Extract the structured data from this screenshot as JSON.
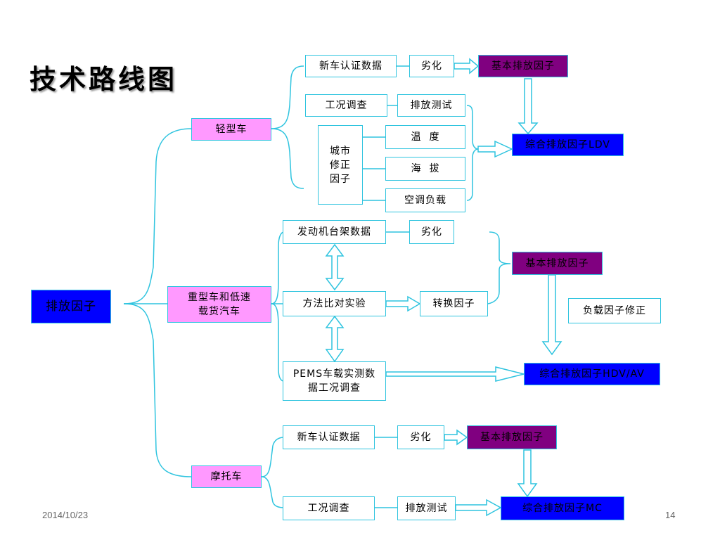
{
  "title": "技术路线图",
  "footer": {
    "date": "2014/10/23",
    "page": "14"
  },
  "nodes": {
    "root": "排放因子",
    "light": "轻型车",
    "heavy": "重型车和低速\n载货汽车",
    "moto": "摩托车",
    "l_cert": "新车认证数据",
    "l_deg": "劣化",
    "l_base": "基本排放因子",
    "l_survey": "工况调查",
    "l_test": "排放测试",
    "l_city": "城市\n修正\n因子",
    "l_temp": "温  度",
    "l_alt": "海  拔",
    "l_ac": "空调负载",
    "l_comp": "综合排放因子LDV",
    "h_engine": "发动机台架数据",
    "h_deg": "劣化",
    "h_base": "基本排放因子",
    "h_method": "方法比对实验",
    "h_conv": "转换因子",
    "h_load": "负载因子修正",
    "h_pems": "PEMS车载实测数\n据工况调查",
    "h_comp": "综合排放因子HDV/AV",
    "m_cert": "新车认证数据",
    "m_deg": "劣化",
    "m_base": "基本排放因子",
    "m_survey": "工况调查",
    "m_test": "排放测试",
    "m_comp": "综合排放因子MC"
  },
  "colors": {
    "line": "#2fc4df",
    "pink": "#ff99ff",
    "blue": "#0000ff",
    "purple": "#800080"
  }
}
